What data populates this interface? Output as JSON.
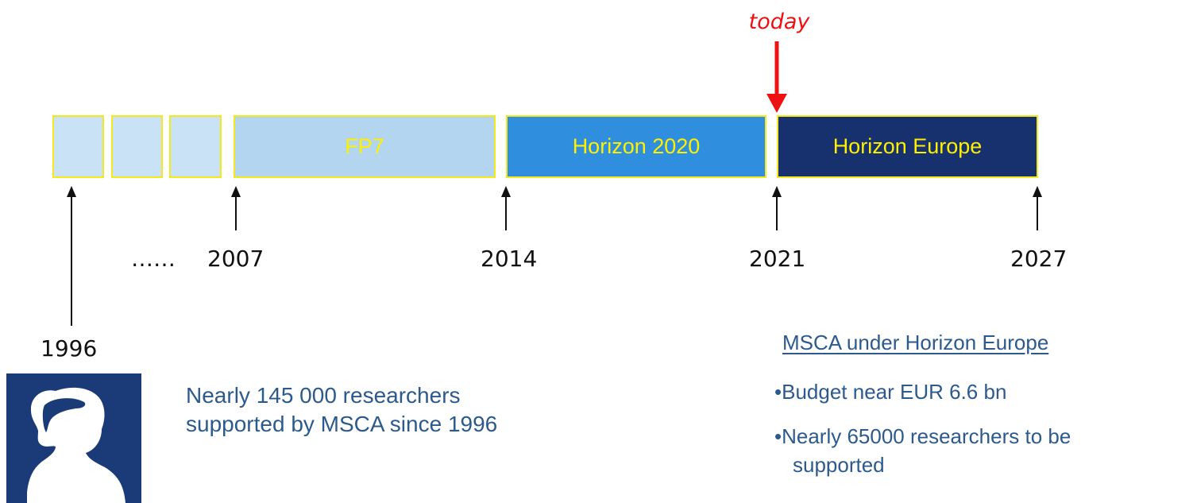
{
  "timeline": {
    "periods": [
      {
        "label": "",
        "fill": "#c9e2f6"
      },
      {
        "label": "",
        "fill": "#c9e2f6"
      },
      {
        "label": "",
        "fill": "#c9e2f6"
      },
      {
        "label": "FP7",
        "fill": "#b3d5f0"
      },
      {
        "label": "Horizon 2020",
        "fill": "#2f8ede"
      },
      {
        "label": "Horizon Europe",
        "fill": "#17306e"
      }
    ],
    "years": [
      "1996",
      "2007",
      "2014",
      "2021",
      "2027"
    ],
    "ellipsis": "……",
    "today_label": "today",
    "label_color": "#fff000",
    "border_color": "#f2ea1d",
    "today_color": "#ee1111"
  },
  "logo": {
    "icon": "marie-curie-silhouette-icon",
    "bg": "#1b3a78"
  },
  "claim": {
    "line1": "Nearly 145 000 researchers",
    "line2": "supported by MSCA since 1996"
  },
  "msca": {
    "title": "MSCA under Horizon Europe",
    "bullet1": "•Budget near EUR 6.6 bn",
    "bullet2_line1": "•Nearly 65000 researchers to be",
    "bullet2_line2": "supported"
  }
}
